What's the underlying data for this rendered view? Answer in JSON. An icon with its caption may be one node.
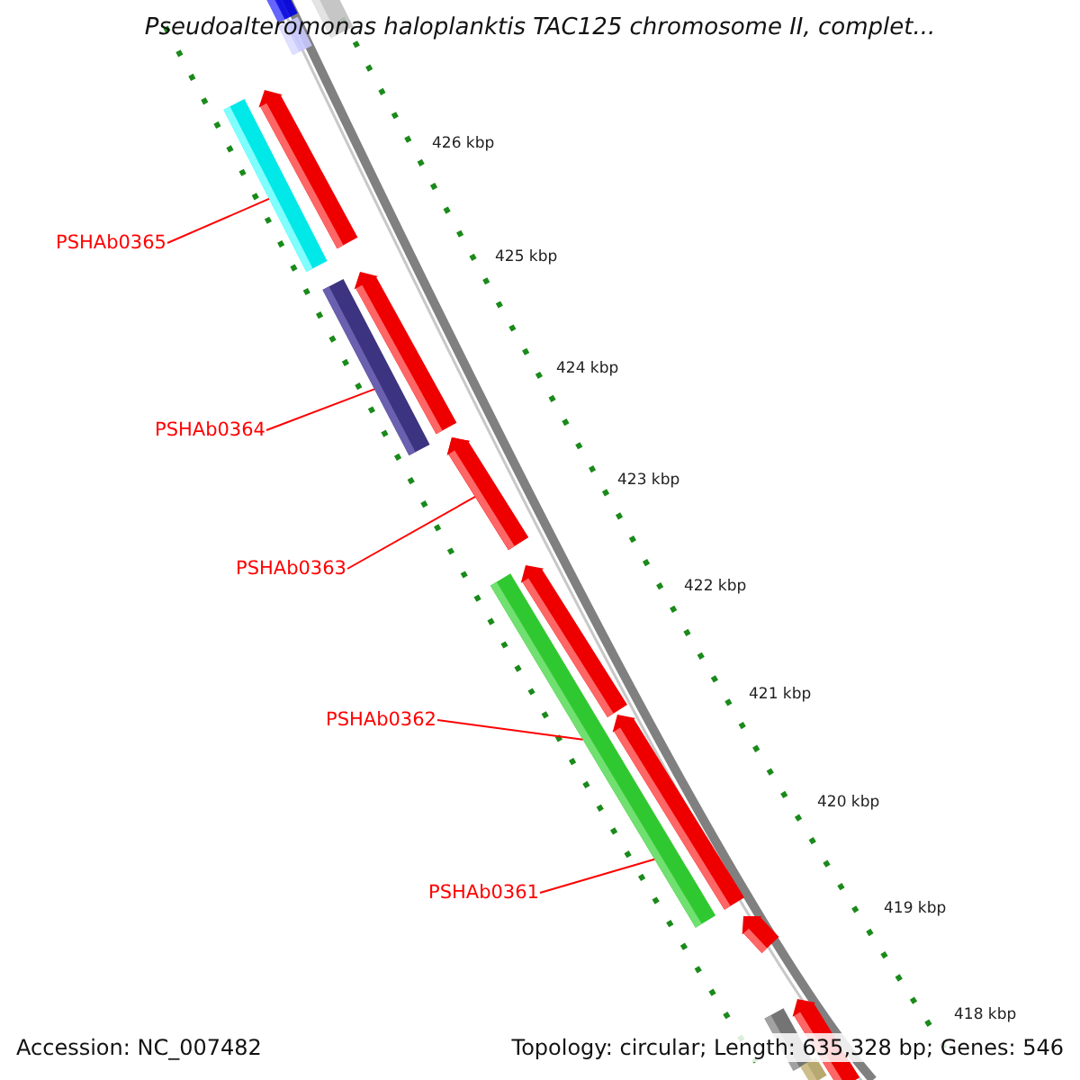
{
  "diagram": {
    "title": "Pseudoalteromonas haloplanktis TAC125 chromosome II, complet...",
    "nodes": [
      {
        "text": [
          "PSHAb0365"
        ]
      },
      {
        "text": [],
        "shape": "bar"
      },
      {
        "text": [
          "PSHAb0364"
        ]
      },
      {
        "text": [],
        "shape": "bar"
      },
      {
        "text": [
          "PSHAb0363"
        ]
      },
      {
        "text": [],
        "shape": "bar"
      },
      {
        "text": [
          "PSHAb0362"
        ]
      },
      {
        "text": [],
        "shape": "bar"
      },
      {
        "text": [
          "PSHAb0361"
        ]
      }
    ],
    "edges": [
      {
        "from": 0,
        "to": 1,
        "arrow": "none"
      },
      {
        "from": 2,
        "to": 3,
        "arrow": "none"
      },
      {
        "from": 4,
        "to": 5,
        "arrow": "none"
      },
      {
        "from": 6,
        "to": 7,
        "arrow": "none"
      },
      {
        "from": 8,
        "to": 7,
        "arrow": "none"
      }
    ],
    "labels": [
      "426 kbp",
      "425 kbp",
      "424 kbp",
      "423 kbp",
      "422 kbp",
      "421 kbp",
      "420 kbp",
      "419 kbp",
      "418 kbp",
      "Accession: NC_007482",
      "Topology: circular; Length: 635,328 bp; Genes: 546"
    ]
  }
}
